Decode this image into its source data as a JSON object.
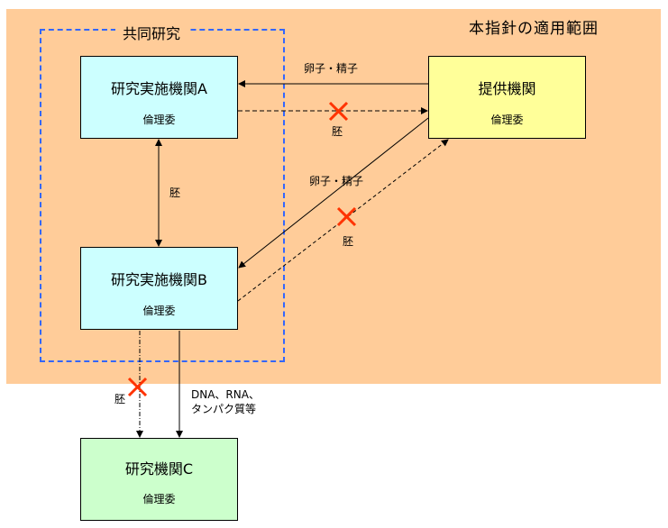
{
  "scope": {
    "title": "本指針の適用範囲",
    "color": "#FFCC99"
  },
  "collaboration": {
    "title": "共同研究",
    "border_color": "#3366FF"
  },
  "nodes": {
    "institution_a": {
      "name": "研究実施機関A",
      "committee": "倫理委",
      "color": "#CCFFFF"
    },
    "institution_b": {
      "name": "研究実施機関B",
      "committee": "倫理委",
      "color": "#CCFFFF"
    },
    "provider": {
      "name": "提供機関",
      "committee": "倫理委",
      "color": "#FFFF99"
    },
    "institution_c": {
      "name": "研究機関C",
      "committee": "倫理委",
      "color": "#CCFFCC"
    }
  },
  "edges": {
    "provider_to_a": {
      "label": "卵子・精子",
      "style": "solid",
      "prohibited": false
    },
    "a_to_provider": {
      "label": "胚",
      "style": "dashed",
      "prohibited": true
    },
    "a_b": {
      "label": "胚",
      "style": "solid",
      "bidirectional": true
    },
    "provider_to_b": {
      "label": "卵子・精子",
      "style": "solid",
      "prohibited": false
    },
    "b_to_provider": {
      "label": "胚",
      "style": "dashed",
      "prohibited": true
    },
    "b_to_c_embryo": {
      "label": "胚",
      "style": "dashed",
      "prohibited": true
    },
    "b_to_c_material": {
      "label_line1": "DNA、RNA、",
      "label_line2": "タンパク質等",
      "style": "solid",
      "prohibited": false
    }
  },
  "prohibit_mark_color": "#FF3300"
}
